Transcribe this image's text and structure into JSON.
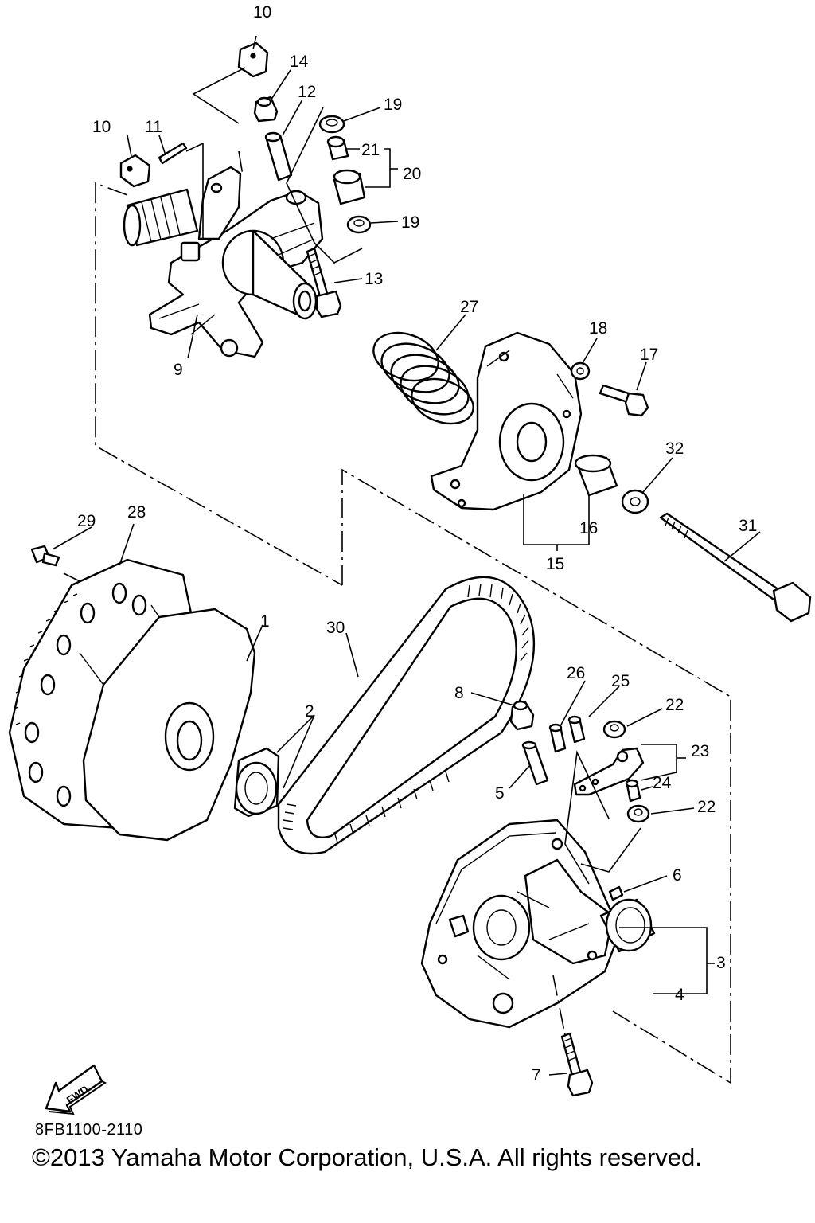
{
  "diagram": {
    "callouts": [
      "1",
      "2",
      "3",
      "4",
      "5",
      "6",
      "7",
      "8",
      "9",
      "10",
      "10",
      "11",
      "12",
      "13",
      "14",
      "15",
      "16",
      "17",
      "18",
      "19",
      "19",
      "20",
      "21",
      "22",
      "22",
      "23",
      "24",
      "25",
      "26",
      "27",
      "28",
      "29",
      "30",
      "31",
      "32"
    ],
    "fwd_label": "FWD",
    "diagram_code": "8FB1100-2110",
    "copyright": "©2013 Yamaha Motor Corporation, U.S.A. All rights reserved."
  }
}
